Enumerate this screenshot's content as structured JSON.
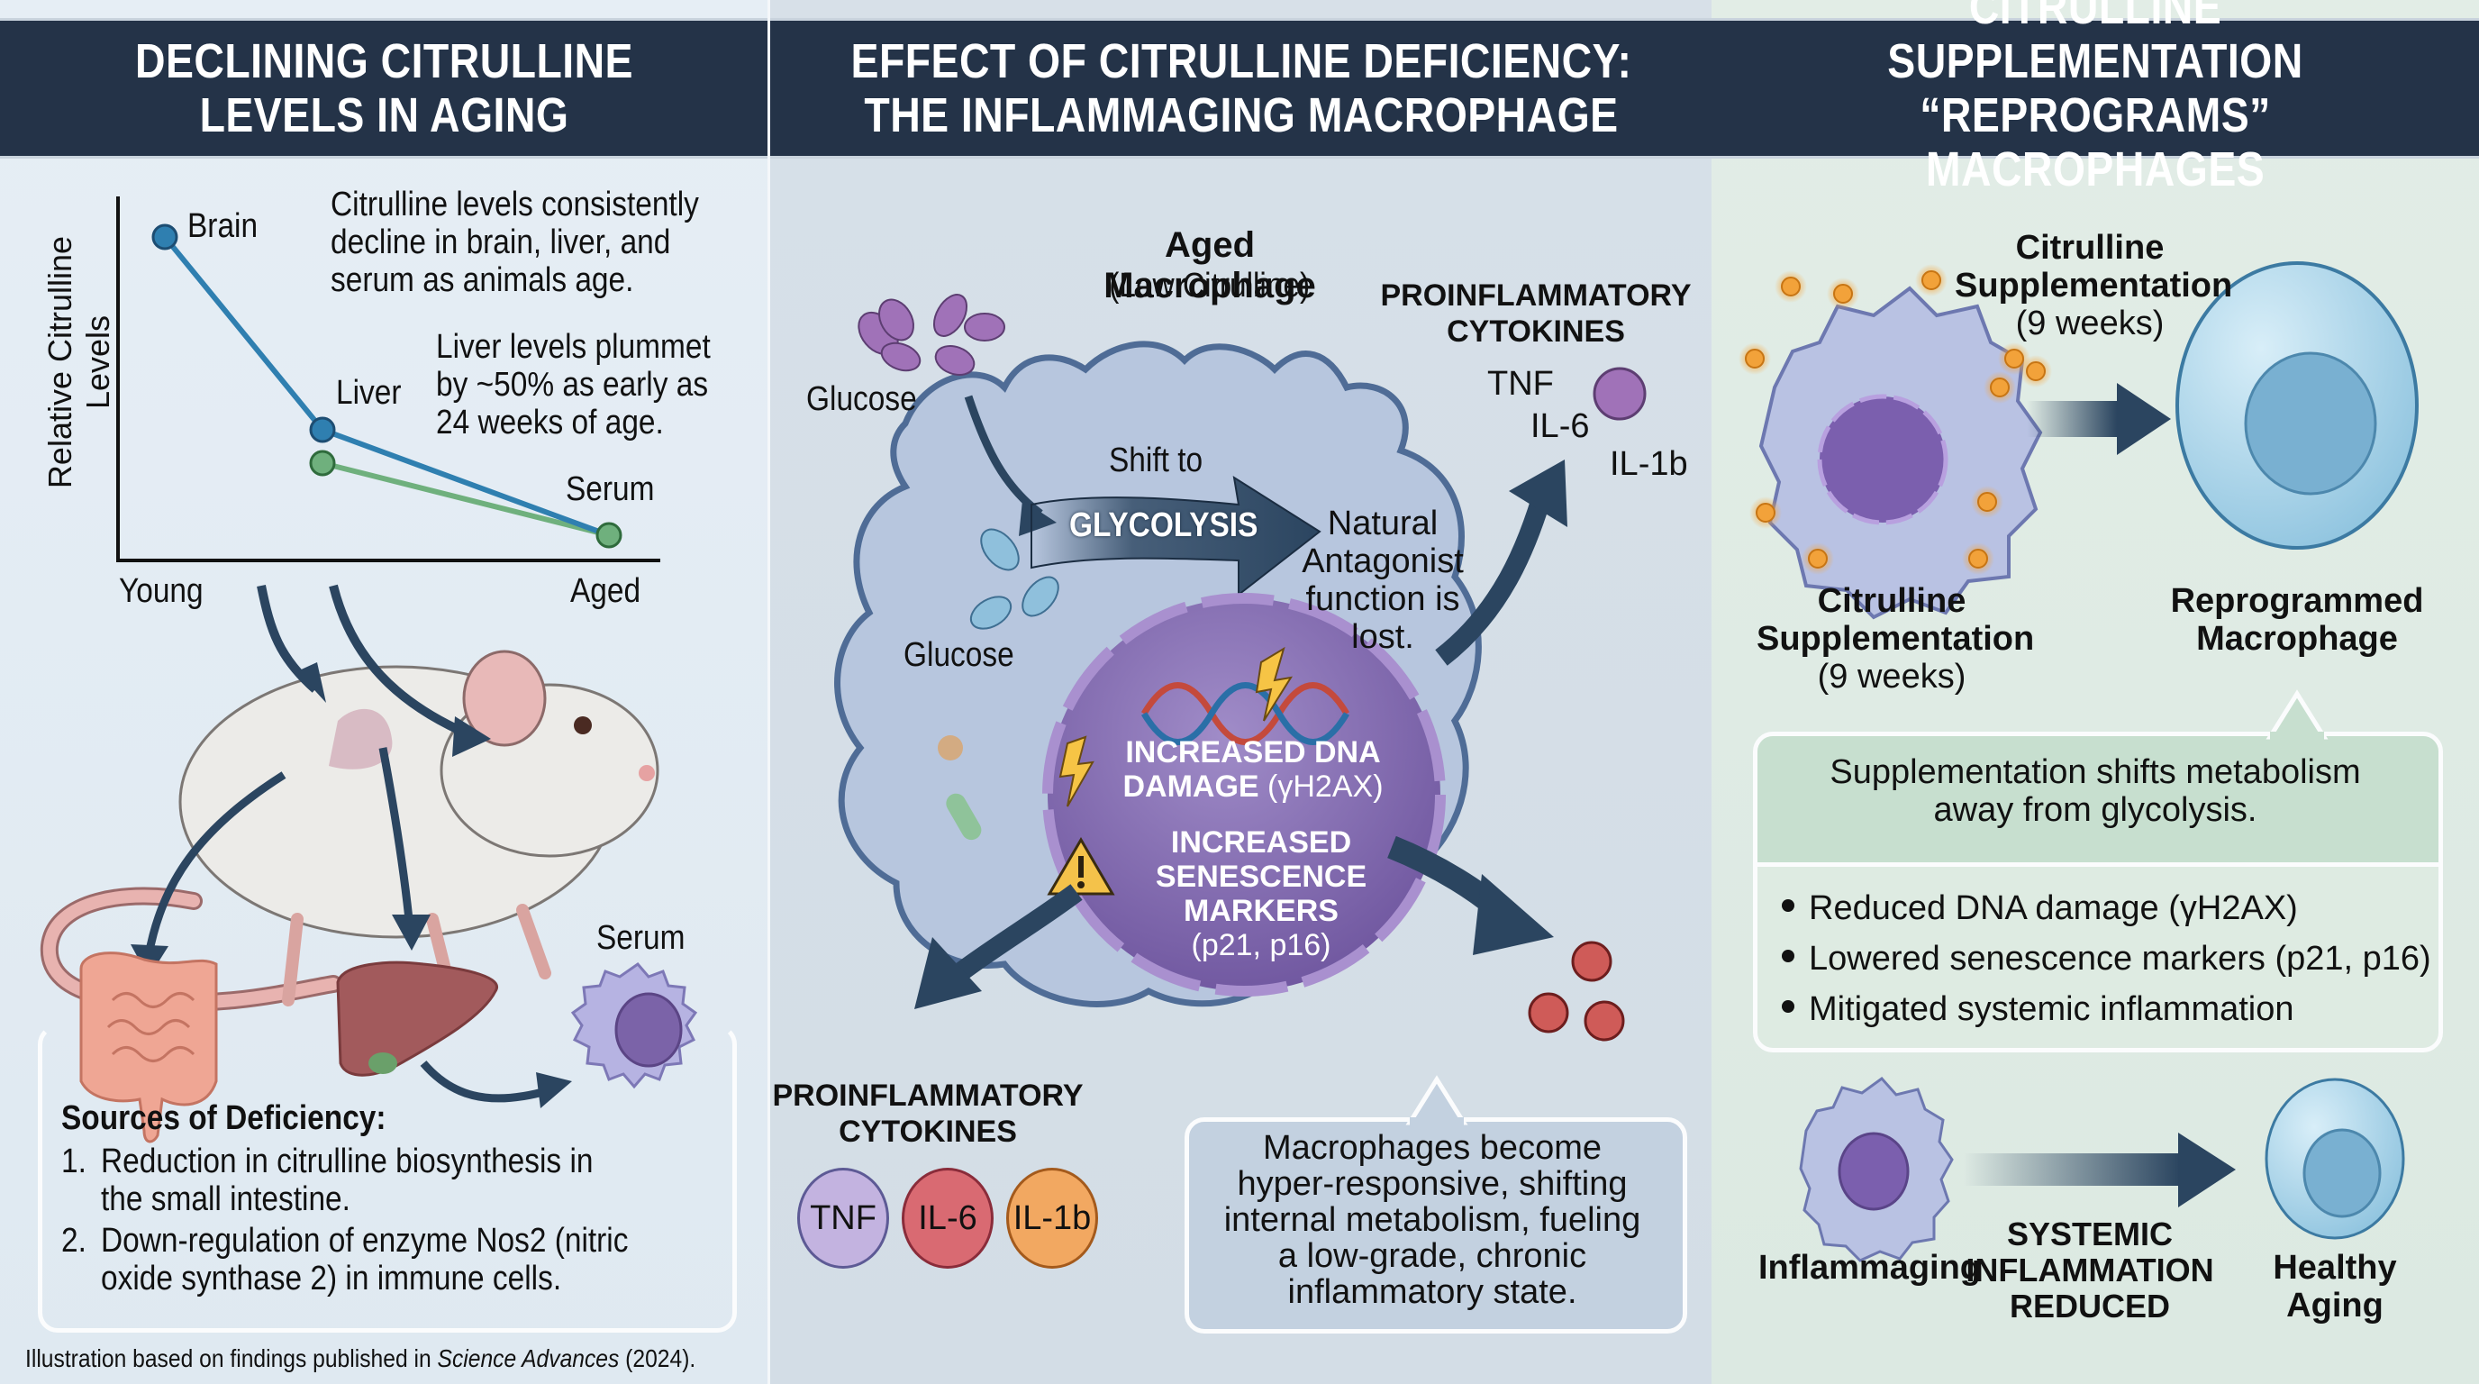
{
  "panels": [
    {
      "id": "declining-levels",
      "header": [
        "DECLINING CITRULLINE",
        "LEVELS IN AGING"
      ],
      "chart": {
        "ylabel": "Relative Citrulline Levels",
        "x_ticks": [
          "Young",
          "Aged"
        ],
        "point_labels": {
          "brain": "Brain",
          "liver": "Liver",
          "serum": "Serum"
        },
        "annotation_1": [
          "Citrulline levels consistently",
          "decline in brain, liver, and",
          "serum as animals age."
        ],
        "annotation_2": [
          "Liver levels plummet",
          "by ~50% as early as",
          "24 weeks of age."
        ]
      },
      "organ_labels": {
        "serum": "Serum"
      },
      "sources": {
        "title": "Sources of Deficiency:",
        "items": [
          {
            "num": "1.",
            "lines": [
              "Reduction in citrulline biosynthesis in",
              "the small intestine."
            ]
          },
          {
            "num": "2.",
            "lines": [
              "Down-regulation of enzyme Nos2 (nitric",
              "oxide synthase 2) in immune cells."
            ]
          }
        ]
      },
      "footer": {
        "prefix": "Illustration based on findings published in ",
        "journal": "Science Advances",
        "suffix": " (2024)."
      }
    },
    {
      "id": "inflammaging-macrophage",
      "header": [
        "EFFECT OF CITRULLINE DEFICIENCY:",
        "THE INFLAMMAGING MACROPHAGE"
      ],
      "cell_title": "Aged Macrophage",
      "cell_subtitle": "(Low Citrulline)",
      "glucose_label_top": "Glucose",
      "glucose_label_inner": "Glucose",
      "shift_to": "Shift to",
      "glycolysis": "GLYCOLYSIS",
      "antagonist": [
        "Natural",
        "Antagonist",
        "function is",
        "lost."
      ],
      "cytokines_top": {
        "title": [
          "PROINFLAMMATORY",
          "CYTOKINES"
        ],
        "items": [
          "TNF",
          "IL-6",
          "IL-1b"
        ]
      },
      "nucleus": {
        "dna_damage": [
          "INCREASED DNA",
          "DAMAGE"
        ],
        "dna_marker": "(γH2AX)",
        "senescence": [
          "INCREASED",
          "SENESCENCE",
          "MARKERS"
        ],
        "senescence_marker": "(p21, p16)"
      },
      "cytokines_bottom": {
        "title": [
          "PROINFLAMMATORY",
          "CYTOKINES"
        ],
        "items": [
          {
            "label": "TNF",
            "color": "#c3b3e0",
            "border": "#5d5a95"
          },
          {
            "label": "IL-6",
            "color": "#d96a72",
            "border": "#8a2c3a"
          },
          {
            "label": "IL-1b",
            "color": "#f2a861",
            "border": "#a45a1c"
          }
        ]
      },
      "callout": [
        "Macrophages become",
        "hyper-responsive, shifting",
        "internal metabolism, fueling",
        "a low-grade, chronic",
        "inflammatory state."
      ]
    },
    {
      "id": "supplementation",
      "header": [
        "CITRULLINE SUPPLEMENTATION",
        "“REPROGRAMS” MACROPHAGES"
      ],
      "arrow_label": [
        "Citrulline",
        "Supplementation"
      ],
      "arrow_sublabel": "(9 weeks)",
      "left_cell_label": [
        "Citrulline",
        "Supplementation"
      ],
      "left_cell_sublabel": "(9 weeks)",
      "right_cell_label": [
        "Reprogrammed",
        "Macrophage"
      ],
      "summary": {
        "headline": [
          "Supplementation shifts metabolism",
          "away from glycolysis."
        ],
        "bullets": [
          "Reduced DNA damage (γH2AX)",
          "Lowered senescence markers (p21, p16)",
          "Mitigated systemic inflammation"
        ]
      },
      "bottom_flow": {
        "from": "Inflammaging",
        "arrow_label": [
          "SYSTEMIC",
          "INFLAMMATION",
          "REDUCED"
        ],
        "to": [
          "Healthy",
          "Aging"
        ]
      }
    }
  ],
  "colors": {
    "header_bg": "#243348",
    "arrow": "#2b4560",
    "brain_line": "#2f7fb0",
    "serum_line": "#6fb07d",
    "macrophage_body": "#aebfd9",
    "nucleus": "#7b63a8",
    "healthy_cell": "#9fd0e6",
    "citrulline_dot": "#f2a23a"
  }
}
